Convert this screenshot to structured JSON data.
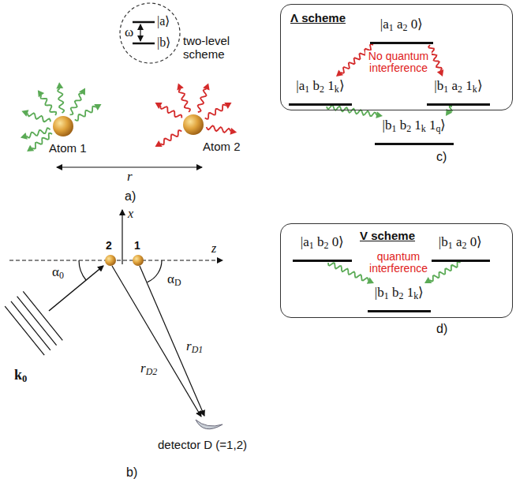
{
  "diagram": {
    "nodes": [
      {
        "text": [
          "Λ scheme"
        ]
      },
      {
        "text": [
          "|a1 a2 0⟩"
        ],
        "in": 0
      },
      {
        "text": [
          "|a1 b2 1k⟩"
        ],
        "in": 0
      },
      {
        "text": [
          "|b1 a2 1k⟩"
        ],
        "in": 0
      },
      {
        "text": [
          "|b1 b2 1k 1q⟩"
        ]
      },
      {
        "text": [
          "V scheme"
        ]
      },
      {
        "text": [
          "|a1 b2 0⟩"
        ],
        "in": 5
      },
      {
        "text": [
          "|b1 a2 0⟩"
        ],
        "in": 5
      },
      {
        "text": [
          "|b1 b2 1k⟩"
        ],
        "in": 5
      }
    ],
    "edges": [
      {
        "from": 1,
        "to": 2,
        "arrow": "to"
      },
      {
        "from": 1,
        "to": 3,
        "arrow": "to"
      },
      {
        "from": 2,
        "to": 4,
        "arrow": "to"
      },
      {
        "from": 3,
        "to": 4,
        "arrow": "to"
      },
      {
        "from": 6,
        "to": 8,
        "arrow": "to"
      },
      {
        "from": 7,
        "to": 8,
        "arrow": "to"
      }
    ],
    "labels": [
      "two-level scheme",
      "|a⟩",
      "|b⟩",
      "ω",
      "Atom 1",
      "Atom 2",
      "r",
      "a)",
      "x",
      "z",
      "2",
      "1",
      "α0",
      "αD",
      "rD1",
      "rD2",
      "k0",
      "detector D (=1,2)",
      "b)",
      "No quantum interference",
      "c)",
      "quantum interference",
      "d)"
    ]
  }
}
